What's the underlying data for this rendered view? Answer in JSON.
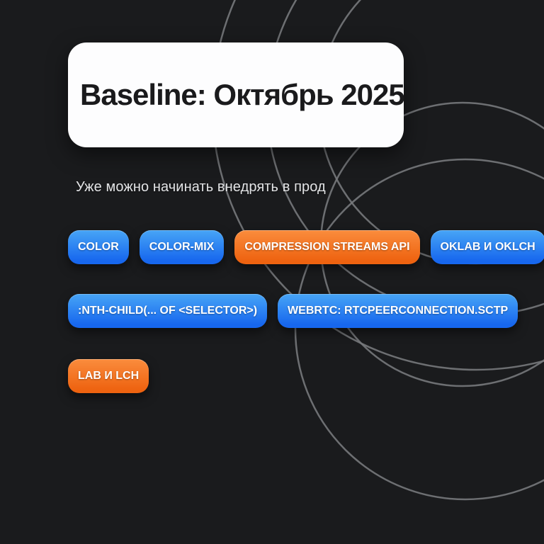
{
  "title": "Baseline: Октябрь 2025",
  "subtitle": "Уже можно начинать внедрять в прод",
  "badges": {
    "rows": [
      [
        {
          "label": "COLOR",
          "variant": "blue"
        },
        {
          "label": "COLOR-MIX",
          "variant": "blue"
        },
        {
          "label": "COMPRESSION STREAMS API",
          "variant": "orange"
        },
        {
          "label": "OKLAB И OKLCH",
          "variant": "blue"
        }
      ],
      [
        {
          "label": ":NTH-CHILD(... OF <SELECTOR>)",
          "variant": "blue"
        },
        {
          "label": "WEBRTC: RTCPEERCONNECTION.SCTP",
          "variant": "blue"
        }
      ],
      [
        {
          "label": "LAB И LCH",
          "variant": "orange"
        }
      ]
    ]
  },
  "colors": {
    "background": "#1a1b1d",
    "card": "#fdfdfe",
    "card_text": "#1a1a1c",
    "subtitle_text": "#e3e4e6",
    "badge_blue_top": "#47a5f6",
    "badge_blue_bottom": "#1767ee",
    "badge_orange_top": "#fa8c3d",
    "badge_orange_bottom": "#ee6310",
    "arc_line": "#77797c"
  }
}
